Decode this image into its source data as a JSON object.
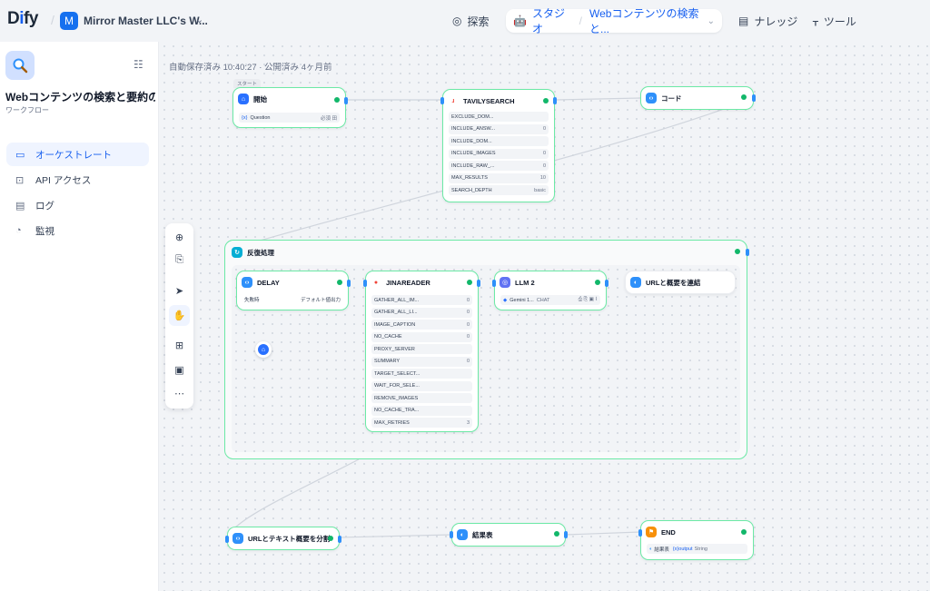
{
  "header": {
    "logo": "Dify",
    "workspace_initial": "M",
    "workspace_name": "Mirror Master LLC's W...",
    "nav": {
      "explore": "探索",
      "studio": "スタジオ",
      "app_name": "Webコンテンツの検索と...",
      "knowledge": "ナレッジ",
      "tools": "ツール"
    }
  },
  "sidebar": {
    "app_title": "Webコンテンツの検索と要約の...",
    "app_type": "ワークフロー",
    "items": [
      {
        "label": "オーケストレート",
        "icon": "layout-icon",
        "active": true
      },
      {
        "label": "API アクセス",
        "icon": "terminal-icon",
        "active": false
      },
      {
        "label": "ログ",
        "icon": "document-icon",
        "active": false
      },
      {
        "label": "監視",
        "icon": "monitor-icon",
        "active": false
      }
    ]
  },
  "canvas": {
    "status": "自動保存済み 10:40:27 · 公開済み 4ヶ月前",
    "start_tag": "スタート"
  },
  "nodes": {
    "start": {
      "title": "開始",
      "var_icon": "{x}",
      "var_name": "Question",
      "var_meta": "必須 田"
    },
    "tavily": {
      "title": "TAVILYSEARCH",
      "params": [
        {
          "name": "EXCLUDE_DOM...",
          "value": ""
        },
        {
          "name": "INCLUDE_ANSW...",
          "value": "0"
        },
        {
          "name": "INCLUDE_DOM...",
          "value": ""
        },
        {
          "name": "INCLUDE_IMAGES",
          "value": "0"
        },
        {
          "name": "INCLUDE_RAW_...",
          "value": "0"
        },
        {
          "name": "MAX_RESULTS",
          "value": "10"
        },
        {
          "name": "SEARCH_DEPTH",
          "value": "basic"
        }
      ]
    },
    "code": {
      "title": "コード"
    },
    "iteration": {
      "title": "反復処理"
    },
    "delay": {
      "title": "DELAY",
      "row_label": "失敗時",
      "row_value": "デフォルト値出力"
    },
    "jina": {
      "title": "JINAREADER",
      "params": [
        {
          "name": "GATHER_ALL_IM...",
          "value": "0"
        },
        {
          "name": "GATHER_ALL_LI...",
          "value": "0"
        },
        {
          "name": "IMAGE_CAPTION",
          "value": "0"
        },
        {
          "name": "NO_CACHE",
          "value": "0"
        },
        {
          "name": "PROXY_SERVER",
          "value": ""
        },
        {
          "name": "SUMMARY",
          "value": "0"
        },
        {
          "name": "TARGET_SELECT...",
          "value": ""
        },
        {
          "name": "WAIT_FOR_SELE...",
          "value": ""
        },
        {
          "name": "REMOVE_IMAGES",
          "value": ""
        },
        {
          "name": "NO_CACHE_TRA...",
          "value": ""
        },
        {
          "name": "MAX_RETRIES",
          "value": "3"
        }
      ]
    },
    "llm": {
      "title": "LLM 2",
      "model": "Gemini 1...",
      "mode": "CHAT"
    },
    "concat": {
      "title": "URLと概要を連結"
    },
    "split": {
      "title": "URLとテキスト概要を分割"
    },
    "result": {
      "title": "結果表"
    },
    "end": {
      "title": "END",
      "out_node": "結果表",
      "out_var": "{x}output",
      "out_type": "String"
    }
  },
  "colors": {
    "accent": "#155eef",
    "node_border": "#6ce9a6",
    "ok": "#12b76a",
    "edge": "#d0d5dd"
  }
}
